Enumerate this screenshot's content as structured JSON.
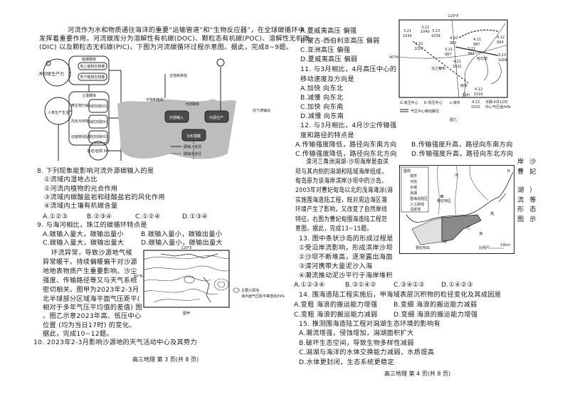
{
  "page3": {
    "intro": [
      "河流作为水和物质通往海洋的重要“运输管道”和“生物反应器”，在全球碳循环中",
      "发挥着重要作用。河流碳库分为溶解性有机碳(DOC)、颗粒态有机碳(POC)、溶解性无机碳",
      "(DIC) 以及颗粒态无机碳(PIC)。下图为河流碳循环过程示意图。据此，完成8~9题。"
    ],
    "diagram": {
      "npp": "净初级生产力",
      "veg_pool": "植被碳库",
      "above": "地上植物生物量",
      "below": "地下植物生物量",
      "soil_pool": "土壤碳库",
      "microbe": "微生物分解",
      "weather": "风化与呼吸",
      "animal": "动植物残留",
      "doc": "溶解性有机碳(DOC)",
      "dic": "溶解性无机碳(DIC)",
      "poc": "颗粒态有机碳(POC)",
      "human": "人类生产生活",
      "pic": "基岩/岩屑 PIC",
      "oversat": "过饱和排放",
      "undersat": "不饱和吸收",
      "river_pool": "河流碳库",
      "ext_input": "外部输入",
      "int_prod": "内源生产",
      "burial": "沉积埋藏",
      "downstream": "向下游输出",
      "legend_in": "碳输入途径",
      "legend_out": "碳输出途径"
    },
    "q8": {
      "stem": "8. 下列现象能影响河流外源碳输入的是",
      "items": [
        "①流域内湿地占比",
        "②河流内植物的光合作用",
        "③流域内碳酸盐岩和硅酸盐岩的风化作用",
        "④流域内土壤有机碳含量"
      ],
      "options": [
        "A.①②③",
        "B.②③④",
        "C.①②④",
        "D.①③④"
      ]
    },
    "q9": {
      "stem": "9. 与海河相比，珠江的碳循环特点是",
      "options": [
        "A.碳输入量大，碳输出量小",
        "B.碳输入量小，碳输出量小",
        "C.碳输入量大，碳输出量大",
        "D.碳输入量小，碳输出量大"
      ]
    },
    "passage2": [
      "环流异常，导致沙源地气候",
      "异常暖干。持续偏暖偏干对沙源",
      "地地表物质产生重要影响。沙尘",
      "强度、传输路径等又与天气系统",
      "密切相关。图甲为2023年2-3月",
      "北半球部分区域海平面气压距平(",
      "相对于多年气压平均值的差值) 图",
      "。图乙示意2023年高、低压中心",
      "位置 (均为当日17时) 的变化。",
      "据此，完成10~12题。"
    ],
    "map_jia": {
      "lon": "120°E",
      "lat": "60°N",
      "legend_source": "主要沙源地",
      "legend_isoline": "海平面气压距平等值线/hPa",
      "caption": "图甲"
    },
    "q10_stem": "10. 2023年2-3月影响沙源地的天气活动中心及其势力",
    "footer": "高三地理  第 3 页(共 8 页)"
  },
  "page4": {
    "q10_options": [
      "A.夏威夷高压 偏强",
      "B.蒙古-西伯利亚高压 偏弱",
      "C.亚洲高压 偏强",
      "D.夏威夷高压 偏弱"
    ],
    "q11": {
      "stem": [
        "11. 与3月相比，4月高压中心的",
        "移动速度及方向是"
      ],
      "options": [
        "A.加快 向东北",
        "B.减慢 向东北",
        "C.加快 向东南",
        "D.减慢 向东南"
      ]
    },
    "q12": {
      "stem": [
        "12. 与3月相比，4月沙尘传输强",
        "度和路径的特点是"
      ],
      "options": [
        "A.传输强度降低，路径向东南方向",
        "B.传输强度升高，路径向东南方向",
        "C.传输强度降低，路径向东北方向",
        "D.传输强度升高，路径向东北方向"
      ]
    },
    "fig_yi": {
      "lon": "120°E",
      "lat": "40°N",
      "highs": [
        {
          "date": "3.21",
          "value": "1034"
        },
        {
          "date": "3.22",
          "value": "1040"
        },
        {
          "date": "3.23",
          "value": "1039"
        },
        {
          "date": "4.10",
          "value": "1027"
        },
        {
          "date": "4.11",
          "value": "1022"
        },
        {
          "date": "4.12",
          "value": "1020"
        }
      ],
      "lows": [
        {
          "date": "4.10",
          "value": "982"
        },
        {
          "date": "4.11",
          "value": "987"
        },
        {
          "date": "4.12",
          "value": "994"
        },
        {
          "date": "3.21",
          "value": "987"
        },
        {
          "date": "3.22",
          "value": "982"
        },
        {
          "date": "3.23",
          "value": "1004"
        }
      ],
      "cities": [
        "哈尔滨",
        "乌兰察布",
        "南京",
        "福州"
      ],
      "legend_high": "G 高压中心",
      "legend_low": "D 低压中心",
      "legend_city": "o 城市",
      "legend_example_date": "4.12",
      "legend_example_value": "1020",
      "legend_date_desc": "日期:4月12日",
      "legend_value_desc": "中心气压值/hPa",
      "legend_path": "气压中心移动路径",
      "caption": "图乙"
    },
    "passage3": [
      "滦河三角洲潟湖-沙坝海岸是由滨",
      "坝与其内侧的潟湖和陆域海岸组成，",
      "甸岛原为该海岸滨岸沙坝中的沙岛。",
      "2003年对曹妃甸岛以北的浅海滩涂(潟",
      "实施围海造陆工程，既对周边海区潮",
      "环境产生了影响，又改变了自然岸线",
      "特征。右图为曹妃甸围海造陆工程范",
      "意图。据此，完成13~15题。"
    ],
    "side_fragments": [
      "岸沙",
      "曹妃",
      "湖）",
      "流等",
      "形态",
      "图示"
    ],
    "map_bing": {
      "legend_title": "图例",
      "legend": [
        "城市",
        "河流",
        "水域",
        "潟湖",
        "围海造陆区",
        "人工岸线",
        "沿岸流"
      ],
      "city": "曹妃甸区",
      "island": "曹妃甸岛",
      "labels": [
        "甲",
        "乙",
        "渤",
        "海",
        "河"
      ],
      "scale": "比例尺",
      "scale_value": "14km",
      "north": "N"
    },
    "q13": {
      "stem": "13. 图中条状沙岛的形成过程是",
      "items": [
        "①受沿岸流影响，形成滨岸沙坝",
        "②沙坝不断堆高，逐渐露出海面",
        "③滦河携带大量泥沙入海",
        "④潮流推动泥沙平行于海岸堆积"
      ],
      "options": [
        "A.①②③④",
        "B.③①④②",
        "C.③④①②",
        "D.①④②③"
      ]
    },
    "q14": {
      "stem": "14. 围海造陆工程实施后，甲海域表层沉积物的粒径变化及其成因是",
      "options": [
        "A.变粗 海浪的搬运能力增强",
        "B.变细 海浪的搬运能力减弱",
        "C.变粗 海浪的搬运能力减弱",
        "D.变细 海浪的搬运能力增强"
      ]
    },
    "q15": {
      "stem": "15. 推测围海造陆工程对潟湖生态环境的影响有",
      "options": [
        "A.潮流增强，侵蚀增加，潟湖面积扩大",
        "B.破坏生态空间，导致生物多样性减弱",
        "C.潟湖与海洋的水体交换能力减弱，水质提高",
        "D.水体更封闭，生态系统更稳定"
      ]
    },
    "footer": "高三地理  第 4 页(共 8 页)"
  }
}
